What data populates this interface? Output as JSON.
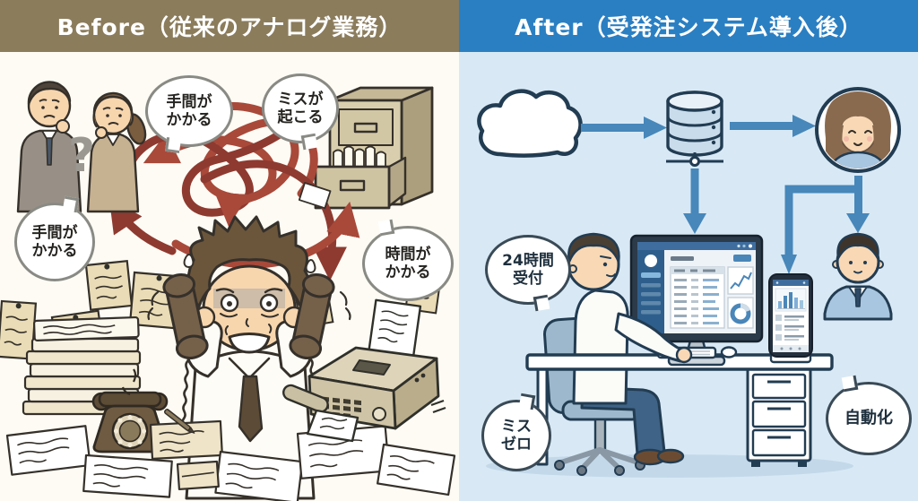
{
  "before": {
    "title": "Before（従来のアナログ業務）",
    "question_mark": "?",
    "bubbles": [
      {
        "id": "effort-1",
        "text": "手間が\nかかる"
      },
      {
        "id": "mistakes",
        "text": "ミスが\n起こる"
      },
      {
        "id": "effort-2",
        "text": "手間が\nかかる"
      },
      {
        "id": "time-cost",
        "text": "時間が\nかかる"
      }
    ],
    "colors": {
      "header_bg": "#8b7c5c",
      "body_bg": "#fdfbf4",
      "arrow": "#a8493a",
      "arrow_dark": "#8e3a30",
      "bubble_border": "#8a8a85",
      "bubble_text": "#262420"
    }
  },
  "after": {
    "title": "After（受発注システム導入後）",
    "bubbles": [
      {
        "id": "reception-24h",
        "text": "24時間\n受付"
      },
      {
        "id": "zero-mistakes",
        "text": "ミス\nゼロ"
      },
      {
        "id": "automation",
        "text": "自動化"
      }
    ],
    "colors": {
      "header_bg": "#2a7fc2",
      "body_bg": "#d8e9f5",
      "arrow": "#4787ba",
      "outline": "#223c52",
      "bubble_border": "#3a4a56",
      "bubble_text": "#1e2f3d"
    }
  }
}
